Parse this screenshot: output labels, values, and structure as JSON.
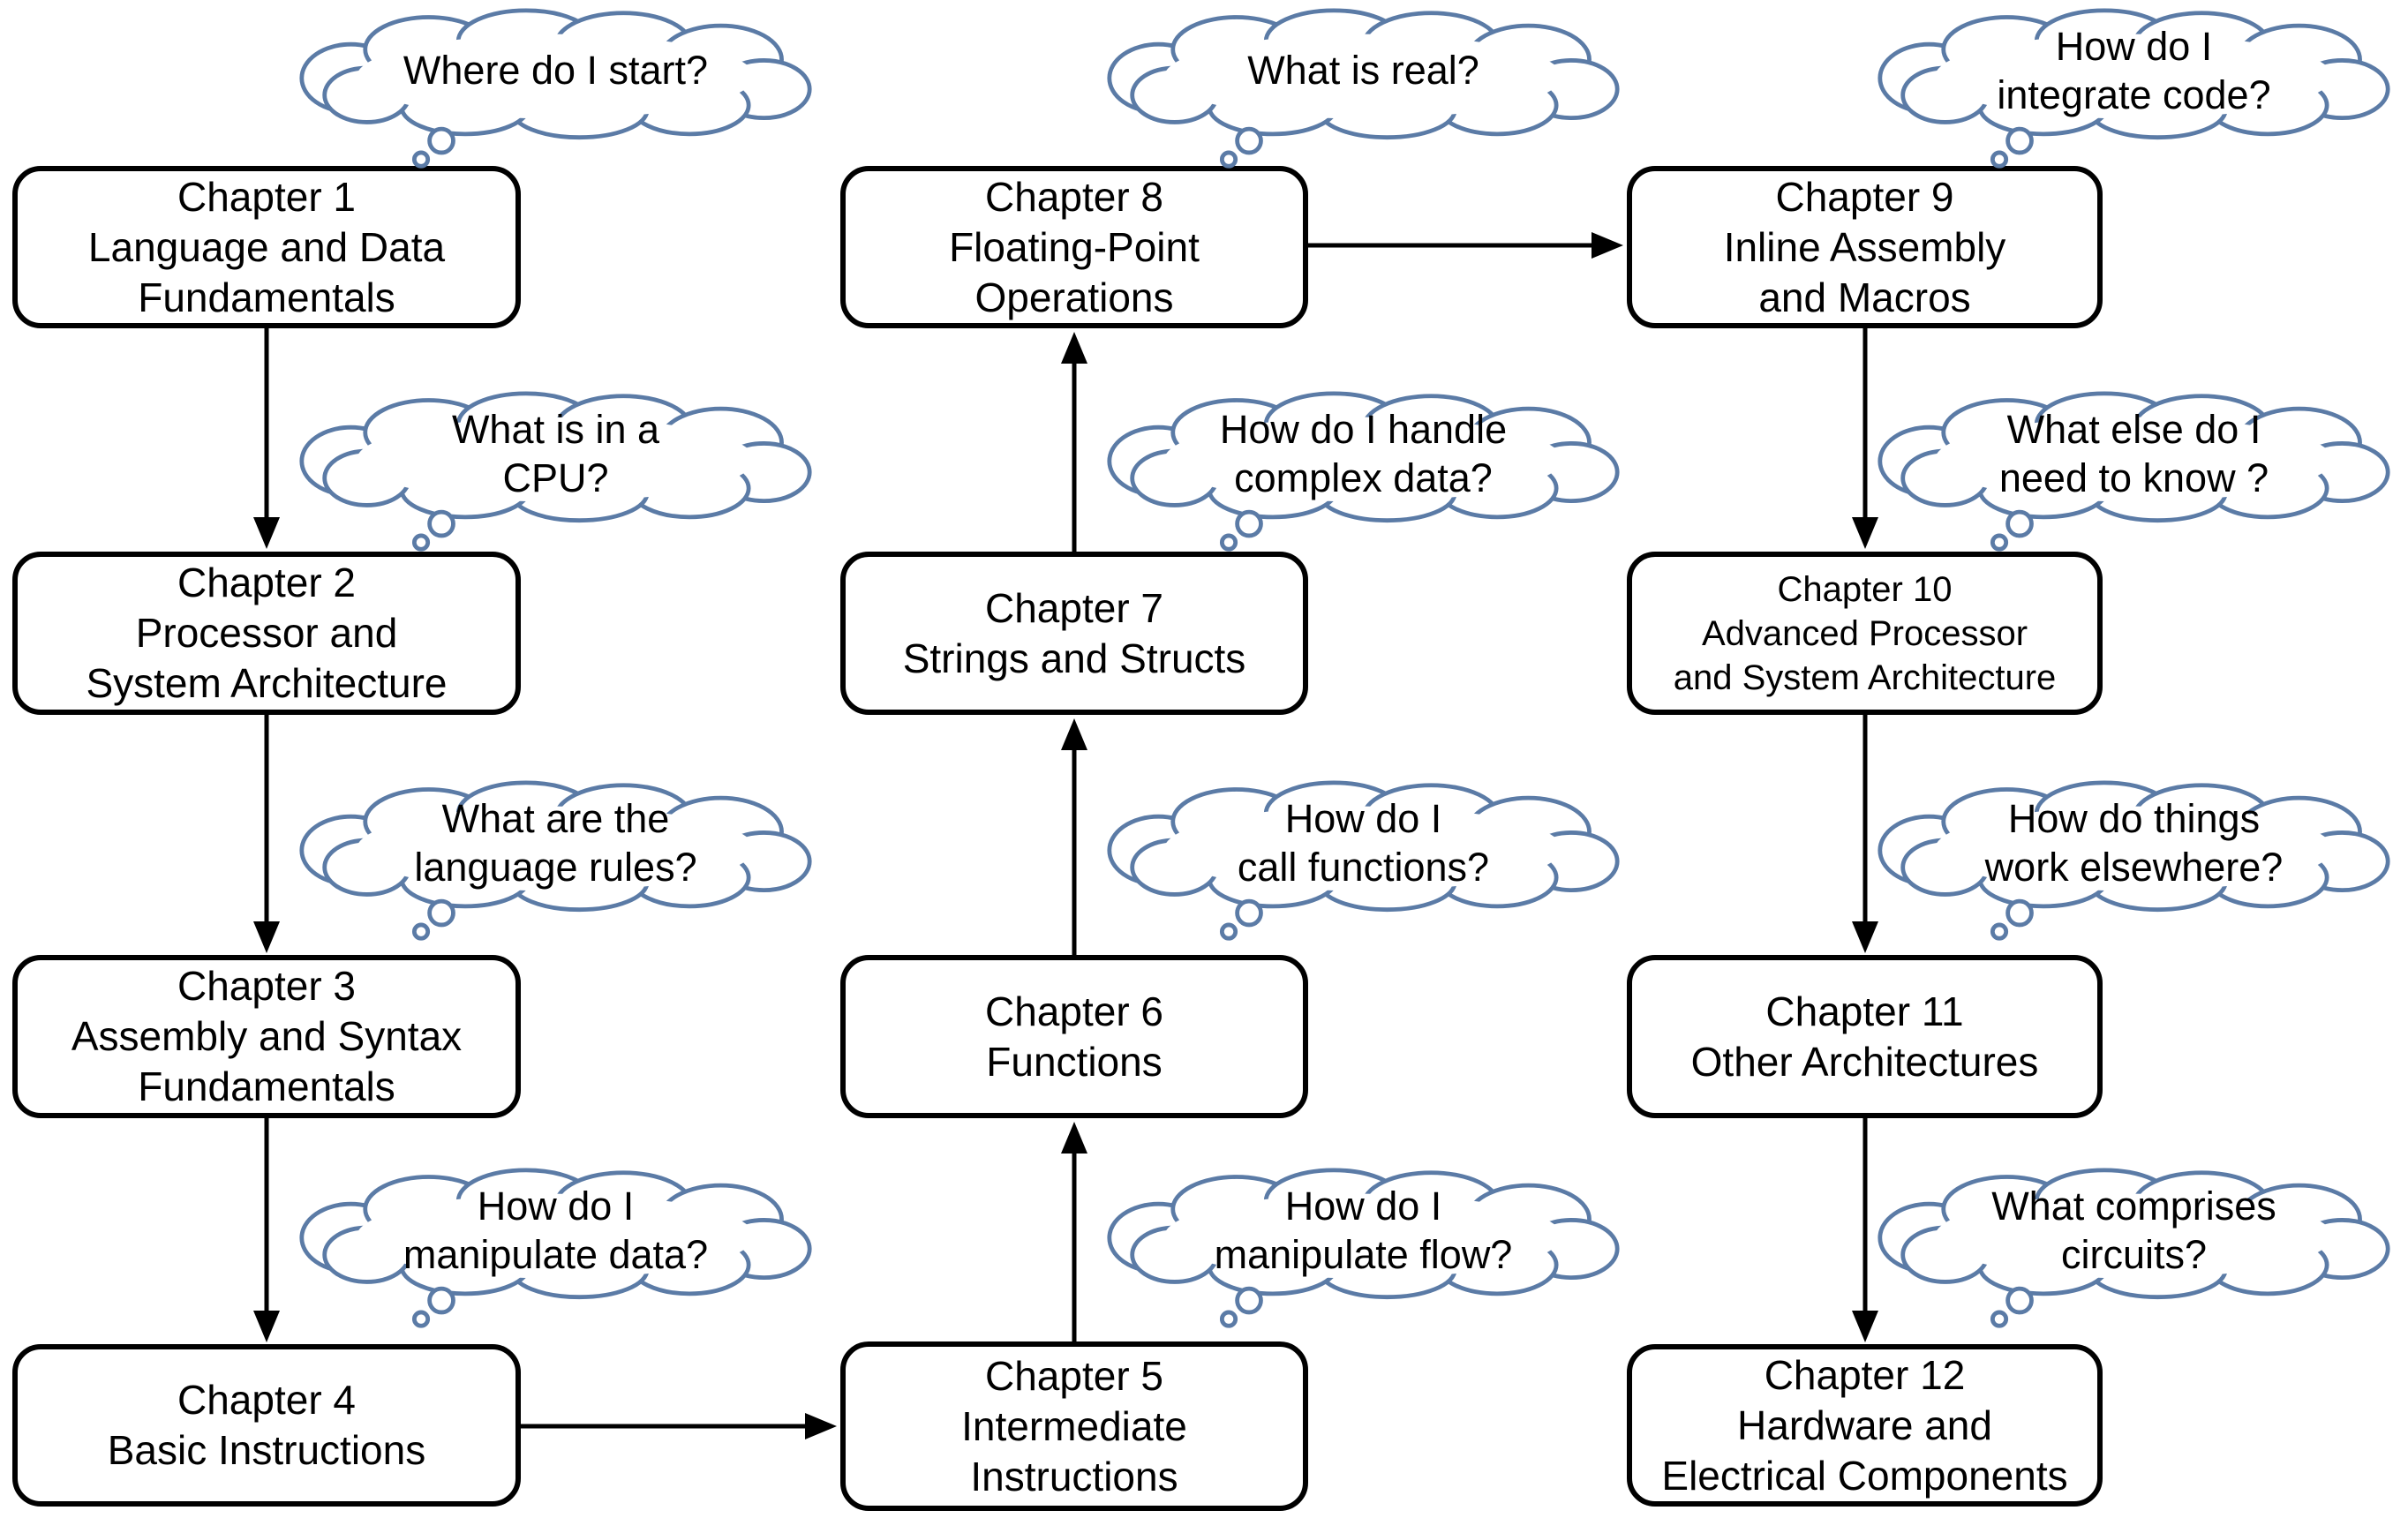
{
  "colors": {
    "background": "#ffffff",
    "box_fill": "#ffffff",
    "box_border": "#000000",
    "text": "#000000",
    "arrow": "#000000",
    "cloud_outline": "#5b7ba6"
  },
  "chapters": [
    {
      "number": "Chapter 1",
      "title_lines": [
        "Language and Data",
        "Fundamentals"
      ],
      "question_lines": [
        "Where do I start?"
      ]
    },
    {
      "number": "Chapter 2",
      "title_lines": [
        "Processor and",
        "System Architecture"
      ],
      "question_lines": [
        "What is in a",
        "CPU?"
      ]
    },
    {
      "number": "Chapter 3",
      "title_lines": [
        "Assembly and Syntax",
        "Fundamentals"
      ],
      "question_lines": [
        "What are the",
        "language rules?"
      ]
    },
    {
      "number": "Chapter 4",
      "title_lines": [
        "Basic Instructions"
      ],
      "question_lines": [
        "How do I",
        "manipulate data?"
      ]
    },
    {
      "number": "Chapter 5",
      "title_lines": [
        "Intermediate",
        "Instructions"
      ],
      "question_lines": [
        "How do I",
        "manipulate flow?"
      ]
    },
    {
      "number": "Chapter 6",
      "title_lines": [
        "Functions"
      ],
      "question_lines": [
        "How do I",
        "call functions?"
      ]
    },
    {
      "number": "Chapter 7",
      "title_lines": [
        "Strings and Structs"
      ],
      "question_lines": [
        "How do I handle",
        "complex data?"
      ]
    },
    {
      "number": "Chapter 8",
      "title_lines": [
        "Floating-Point",
        "Operations"
      ],
      "question_lines": [
        "What is real?"
      ]
    },
    {
      "number": "Chapter 9",
      "title_lines": [
        "Inline Assembly",
        "and Macros"
      ],
      "question_lines": [
        "How do I",
        "integrate code?"
      ]
    },
    {
      "number": "Chapter 10",
      "title_lines": [
        "Advanced Processor",
        "and System Architecture"
      ],
      "question_lines": [
        "What else do I",
        "need to know ?"
      ]
    },
    {
      "number": "Chapter 11",
      "title_lines": [
        "Other Architectures"
      ],
      "question_lines": [
        "How do things",
        "work elsewhere?"
      ]
    },
    {
      "number": "Chapter 12",
      "title_lines": [
        "Hardware and",
        "Electrical Components"
      ],
      "question_lines": [
        "What comprises",
        "circuits?"
      ]
    }
  ],
  "edges": [
    {
      "from": "Chapter 1",
      "to": "Chapter 2"
    },
    {
      "from": "Chapter 2",
      "to": "Chapter 3"
    },
    {
      "from": "Chapter 3",
      "to": "Chapter 4"
    },
    {
      "from": "Chapter 4",
      "to": "Chapter 5"
    },
    {
      "from": "Chapter 5",
      "to": "Chapter 6"
    },
    {
      "from": "Chapter 6",
      "to": "Chapter 7"
    },
    {
      "from": "Chapter 7",
      "to": "Chapter 8"
    },
    {
      "from": "Chapter 8",
      "to": "Chapter 9"
    },
    {
      "from": "Chapter 9",
      "to": "Chapter 10"
    },
    {
      "from": "Chapter 10",
      "to": "Chapter 11"
    },
    {
      "from": "Chapter 11",
      "to": "Chapter 12"
    }
  ]
}
